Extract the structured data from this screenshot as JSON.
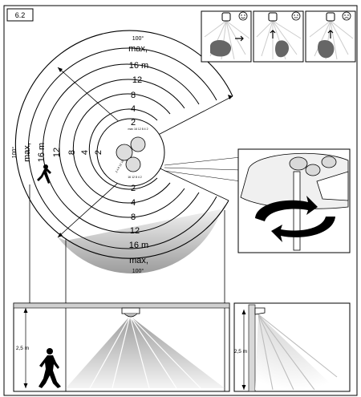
{
  "figure_label": "6.2",
  "top_view": {
    "angle_top": "100°",
    "angle_bottom": "100°",
    "angle_left": "100°",
    "range_top": [
      "max,",
      "16 m",
      "12",
      "8",
      "4",
      "2"
    ],
    "range_bottom": [
      "2",
      "4",
      "8",
      "12",
      "16 m",
      "max,"
    ],
    "range_left": [
      "max,",
      "16 m",
      "12",
      "8",
      "4",
      "2"
    ],
    "dial_text_1": "max 16 12 8 4 2",
    "dial_text_2": "2 4 8 12 16",
    "dial_text_3": "16 12 8 4 2"
  },
  "insets": [
    {
      "face_icon": "happy-face-icon"
    },
    {
      "face_icon": "neutral-face-icon"
    },
    {
      "face_icon": "sad-face-icon"
    }
  ],
  "side_view": {
    "height_left": "2,5 m",
    "height_right": "2,5 m"
  },
  "colors": {
    "line": "#000000",
    "shade_dark": "#9a9a9a",
    "shade_light": "#e6e6e6"
  }
}
